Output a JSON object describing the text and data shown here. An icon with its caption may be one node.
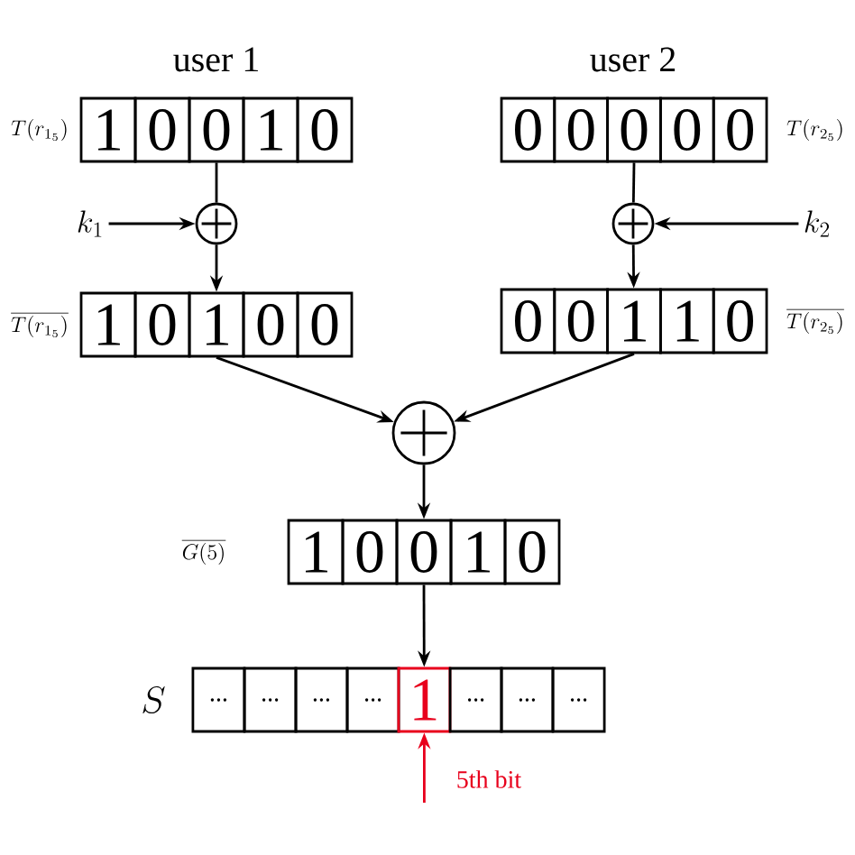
{
  "diagram": {
    "nodes": [
      {
        "text": [
          "1"
        ]
      },
      {
        "text": [
          "0"
        ]
      },
      {
        "text": [
          "0"
        ]
      },
      {
        "text": [
          "1"
        ]
      },
      {
        "text": [
          "0"
        ]
      },
      {
        "text": [
          "0"
        ]
      },
      {
        "text": [
          "0"
        ]
      },
      {
        "text": [
          "0"
        ]
      },
      {
        "text": [
          "0"
        ]
      },
      {
        "text": [
          "0"
        ]
      },
      {
        "text": [
          "k_1"
        ]
      },
      {
        "text": [],
        "shape": "circle"
      },
      {
        "text": [],
        "shape": "circle"
      },
      {
        "text": [
          "k_2"
        ]
      },
      {
        "text": [
          "1"
        ]
      },
      {
        "text": [
          "0"
        ]
      },
      {
        "text": [
          "1"
        ]
      },
      {
        "text": [
          "0"
        ]
      },
      {
        "text": [
          "0"
        ]
      },
      {
        "text": [
          "0"
        ]
      },
      {
        "text": [
          "0"
        ]
      },
      {
        "text": [
          "1"
        ]
      },
      {
        "text": [
          "1"
        ]
      },
      {
        "text": [
          "0"
        ]
      },
      {
        "text": [],
        "shape": "circle"
      },
      {
        "text": [
          "1"
        ]
      },
      {
        "text": [
          "0"
        ]
      },
      {
        "text": [
          "0"
        ]
      },
      {
        "text": [
          "1"
        ]
      },
      {
        "text": [
          "0"
        ]
      },
      {
        "text": [
          "..."
        ]
      },
      {
        "text": [
          "..."
        ]
      },
      {
        "text": [
          "..."
        ]
      },
      {
        "text": [
          "..."
        ]
      },
      {
        "text": [
          "1"
        ]
      },
      {
        "text": [
          "..."
        ]
      },
      {
        "text": [
          "..."
        ]
      },
      {
        "text": [
          "..."
        ]
      }
    ],
    "edges": [
      {
        "from": 2,
        "to": 11,
        "arrow": "none"
      },
      {
        "from": 10,
        "to": 11,
        "arrow": "to"
      },
      {
        "from": 11,
        "to": 16,
        "arrow": "to"
      },
      {
        "from": 7,
        "to": 12,
        "arrow": "none"
      },
      {
        "from": 13,
        "to": 12,
        "arrow": "to"
      },
      {
        "from": 12,
        "to": 21,
        "arrow": "to"
      },
      {
        "from": 16,
        "to": 24,
        "arrow": "to"
      },
      {
        "from": 21,
        "to": 24,
        "arrow": "to"
      },
      {
        "from": 24,
        "to": 27,
        "arrow": "to"
      },
      {
        "from": 27,
        "to": 34,
        "arrow": "to"
      },
      {
        "from": null,
        "to": 34,
        "arrow": "to",
        "color": "#e8001c",
        "label": "5th bit"
      }
    ],
    "labels": [
      "user 1",
      "user 2",
      "T(r_{1_5})",
      "T(r_{2_5})",
      "\\overline{T(r_{1_5})}",
      "\\overline{T(r_{2_5})}",
      "\\overline{G(5)}",
      "S"
    ]
  }
}
